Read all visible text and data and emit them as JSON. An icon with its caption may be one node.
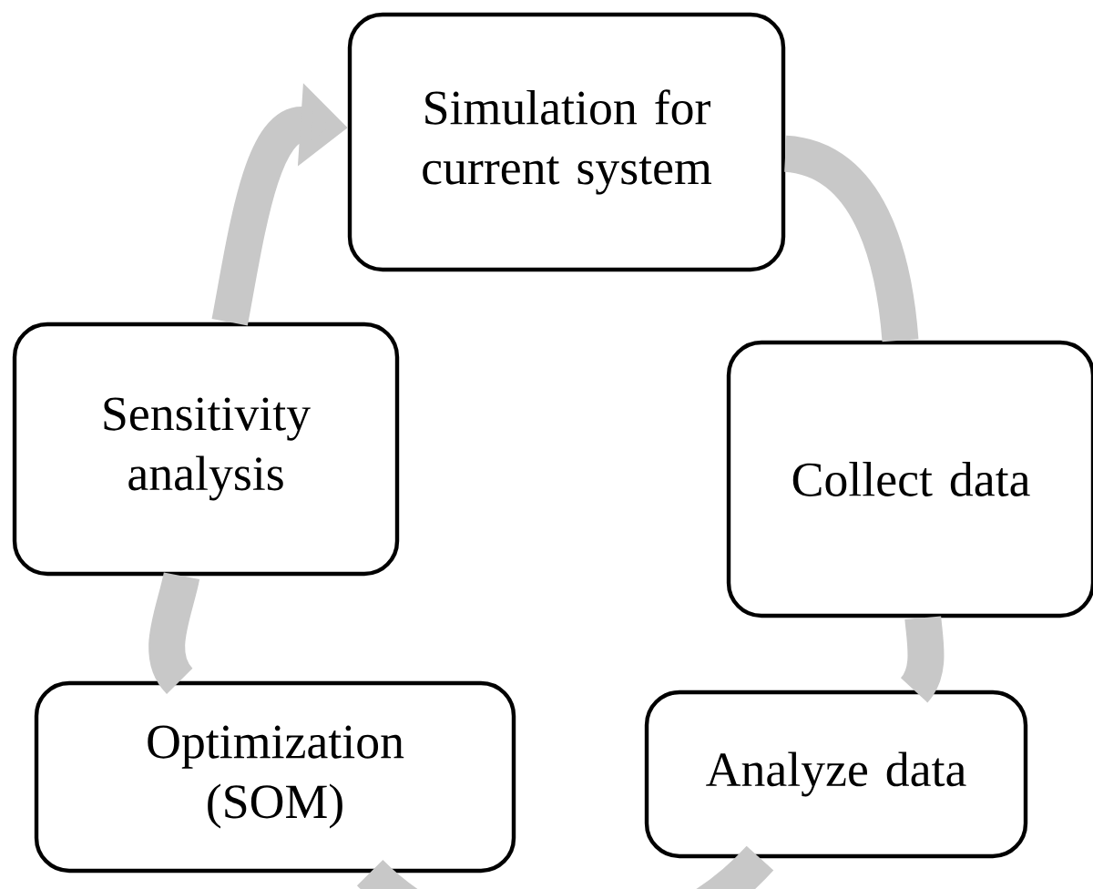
{
  "diagram": {
    "nodes": [
      {
        "text": [
          "Simulation for current system"
        ]
      },
      {
        "text": [
          "Collect data"
        ]
      },
      {
        "text": [
          "Analyze data"
        ]
      },
      {
        "text": [
          "Optimization (SOM)"
        ]
      },
      {
        "text": [
          "Sensitivity analysis"
        ]
      }
    ],
    "edges": [
      {
        "from": 0,
        "to": 1,
        "arrow": "none"
      },
      {
        "from": 1,
        "to": 2,
        "arrow": "none"
      },
      {
        "from": 2,
        "to": 3,
        "arrow": "none"
      },
      {
        "from": 3,
        "to": 4,
        "arrow": "none"
      },
      {
        "from": 4,
        "to": 0,
        "arrow": "to"
      }
    ]
  }
}
